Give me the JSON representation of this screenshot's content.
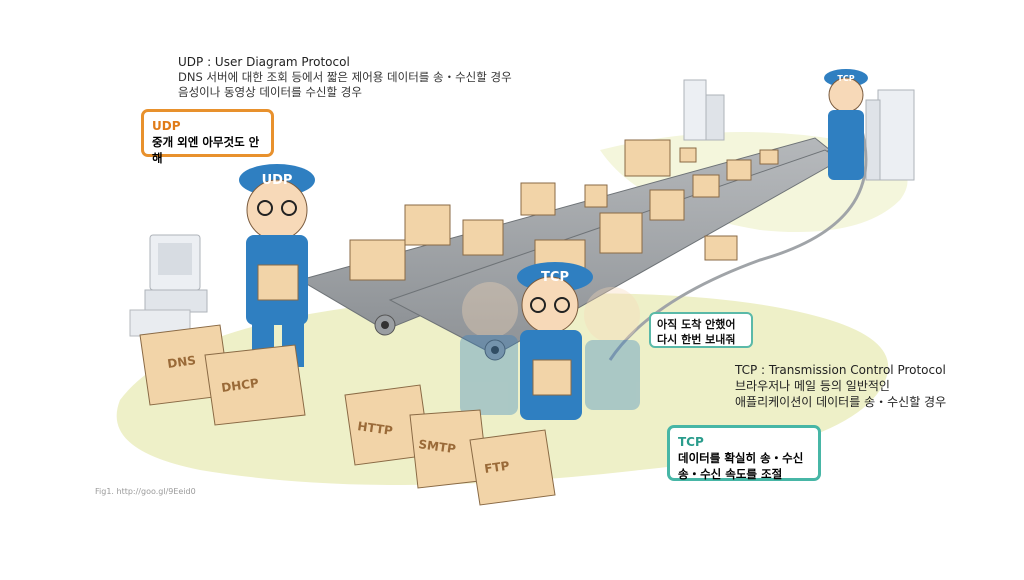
{
  "udp_caption": {
    "title": "UDP : User Diagram Protocol",
    "line1": "DNS 서버에 대한 조회 등에서 짧은 제어용 데이터를 송・수신할 경우",
    "line2": "음성이나 동영상 데이터를 수신할 경우"
  },
  "udp_callout": {
    "title": "UDP",
    "text": "중개 외엔 아무것도 안해"
  },
  "tcp_caption": {
    "title": "TCP : Transmission Control Protocol",
    "line1": "브라우저나 메일 등의 일반적인",
    "line2": "애플리케이션이 데이터를 송・수신할 경우"
  },
  "tcp_callout": {
    "title": "TCP",
    "line1": "데이터를 확실히 송・수신",
    "line2": "송・수신 속도를 조절"
  },
  "speech_bubble": {
    "line1": "아직 도착 안했어",
    "line2": "다시 한번 보내줘"
  },
  "hat_labels": {
    "udp": "UDP",
    "tcp": "TCP"
  },
  "boxes": {
    "dns": "DNS",
    "dhcp": "DHCP",
    "http": "HTTP",
    "smtp": "SMTP",
    "ftp": "FTP"
  },
  "figure_credit": "Fig1. http://goo.gl/9Eeid0",
  "colors": {
    "udp_accent": "#e8912d",
    "tcp_accent": "#47b6a6",
    "uniform": "#2f7fc1",
    "box": "#f2d4a8"
  }
}
